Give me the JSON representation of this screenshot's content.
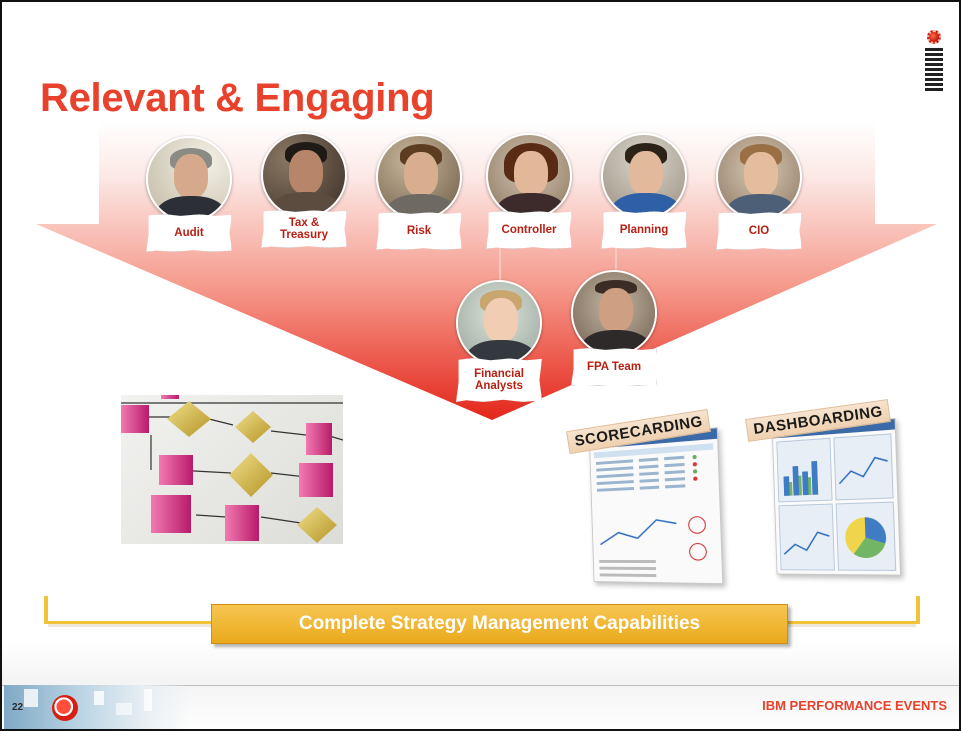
{
  "slide": {
    "title": "Relevant & Engaging",
    "page_number": "22",
    "footer_brand": "IBM PERFORMANCE EVENTS"
  },
  "roles_top": [
    {
      "label": "Audit"
    },
    {
      "label": "Tax &\nTreasury"
    },
    {
      "label": "Risk"
    },
    {
      "label": "Controller"
    },
    {
      "label": "Planning"
    },
    {
      "label": "CIO"
    }
  ],
  "roles_bottom": [
    {
      "label": "Financial\nAnalysts"
    },
    {
      "label": "FPA Team"
    }
  ],
  "images": {
    "scorecarding_label": "SCORECARDING",
    "dashboarding_label": "DASHBOARDING"
  },
  "capabilities_label": "Complete Strategy Management Capabilities",
  "colors": {
    "accent_red": "#e8412c",
    "tag_text": "#b81e12",
    "capabilities_gold": "#f1c33a"
  },
  "icons": [
    "ibm-logo-icon",
    "flowchart-image",
    "scorecard-screenshot",
    "dashboard-screenshot"
  ]
}
